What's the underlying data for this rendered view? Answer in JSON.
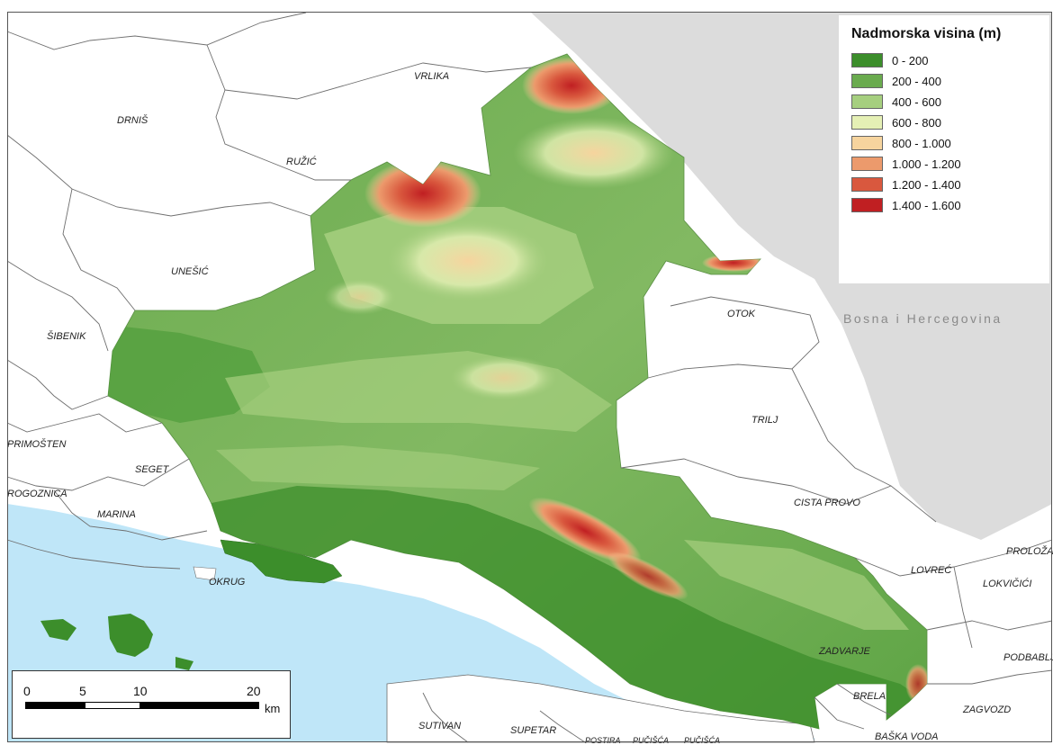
{
  "legend": {
    "title": "Nadmorska visina (m)",
    "items": [
      {
        "label": "0 - 200",
        "color": "#3c8e2b"
      },
      {
        "label": "200 - 400",
        "color": "#6aab4e"
      },
      {
        "label": "400 - 600",
        "color": "#a6cf7f"
      },
      {
        "label": "600 - 800",
        "color": "#e5f0b5"
      },
      {
        "label": "800 - 1.000",
        "color": "#f6d49e"
      },
      {
        "label": "1.000 - 1.200",
        "color": "#ec9a6c"
      },
      {
        "label": "1.200 - 1.400",
        "color": "#d9583e"
      },
      {
        "label": "1.400 - 1.600",
        "color": "#c01f22"
      }
    ]
  },
  "places": {
    "drnis": "DRNIŠ",
    "vrlika": "VRLIKA",
    "ruzic": "RUŽIĆ",
    "unesic": "UNEŠIĆ",
    "sibenik": "ŠIBENIK",
    "otok": "OTOK",
    "trilj": "TRILJ",
    "primosten": "PRIMOŠTEN",
    "seget": "SEGET",
    "rogoznica": "ROGOZNICA",
    "marina": "MARINA",
    "okrug": "OKRUG",
    "cista_provo": "CISTA PROVO",
    "lovrec": "LOVREĆ",
    "lokvicici": "LOKVIČIĆI",
    "prolozac": "PROLOŽAC",
    "zadvarje": "ZADVARJE",
    "podbablje": "PODBABLJE",
    "brela": "BRELA",
    "zagvozd": "ZAGVOZD",
    "baska_voda": "BAŠKA VODA",
    "sutivan": "SUTIVAN",
    "supetar": "SUPETAR",
    "postira": "POSTIRA",
    "pucisca_1": "PUČIŠĆA",
    "pucisca_2": "PUČIŠĆA"
  },
  "country_label": "Bosna i Hercegovina",
  "colors": {
    "sea": "#bfe6f8",
    "foreign_territory": "#dcdcdc",
    "border": "#6e6e6e"
  },
  "scalebar": {
    "ticks": [
      "0",
      "5",
      "10",
      "20"
    ],
    "unit": "km"
  }
}
